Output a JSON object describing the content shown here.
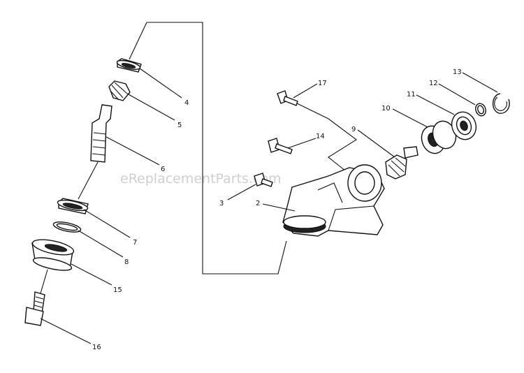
{
  "watermark": "eReplacementParts.com",
  "callouts": {
    "c2": "2",
    "c3": "3",
    "c4": "4",
    "c5": "5",
    "c6": "6",
    "c7": "7",
    "c8": "8",
    "c9": "9",
    "c10": "10",
    "c11": "11",
    "c12": "12",
    "c13": "13",
    "c14": "14",
    "c15": "15",
    "c16": "16",
    "c17": "17"
  }
}
